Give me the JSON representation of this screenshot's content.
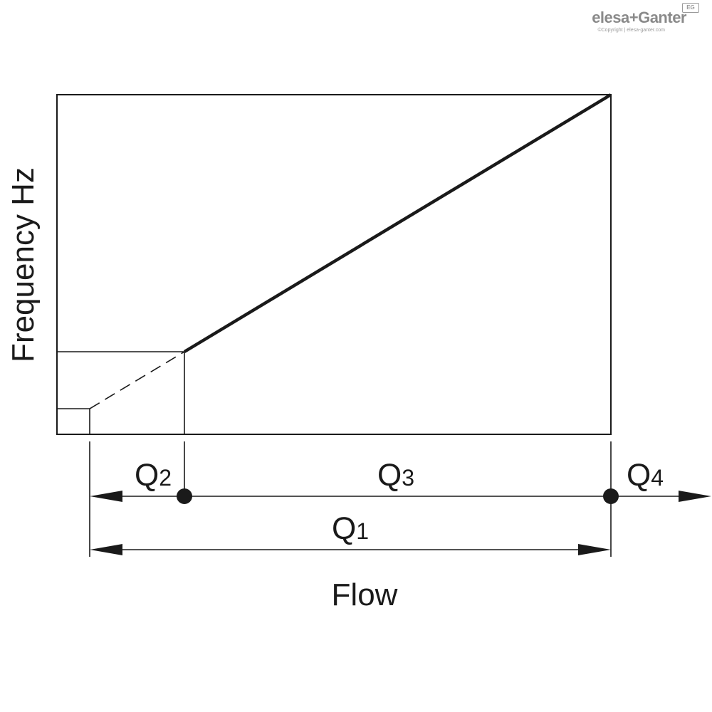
{
  "brand": {
    "name": "elesa+Ganter",
    "mark": "EG",
    "copyright": "©Copyright | elesa-ganter.com"
  },
  "diagram": {
    "y_axis_label": "Frequency Hz",
    "x_axis_label": "Flow",
    "ranges": [
      {
        "id": "q1",
        "label": "Q",
        "subscript": "1"
      },
      {
        "id": "q2",
        "label": "Q",
        "subscript": "2"
      },
      {
        "id": "q3",
        "label": "Q",
        "subscript": "3"
      },
      {
        "id": "q4",
        "label": "Q",
        "subscript": "4"
      }
    ]
  }
}
